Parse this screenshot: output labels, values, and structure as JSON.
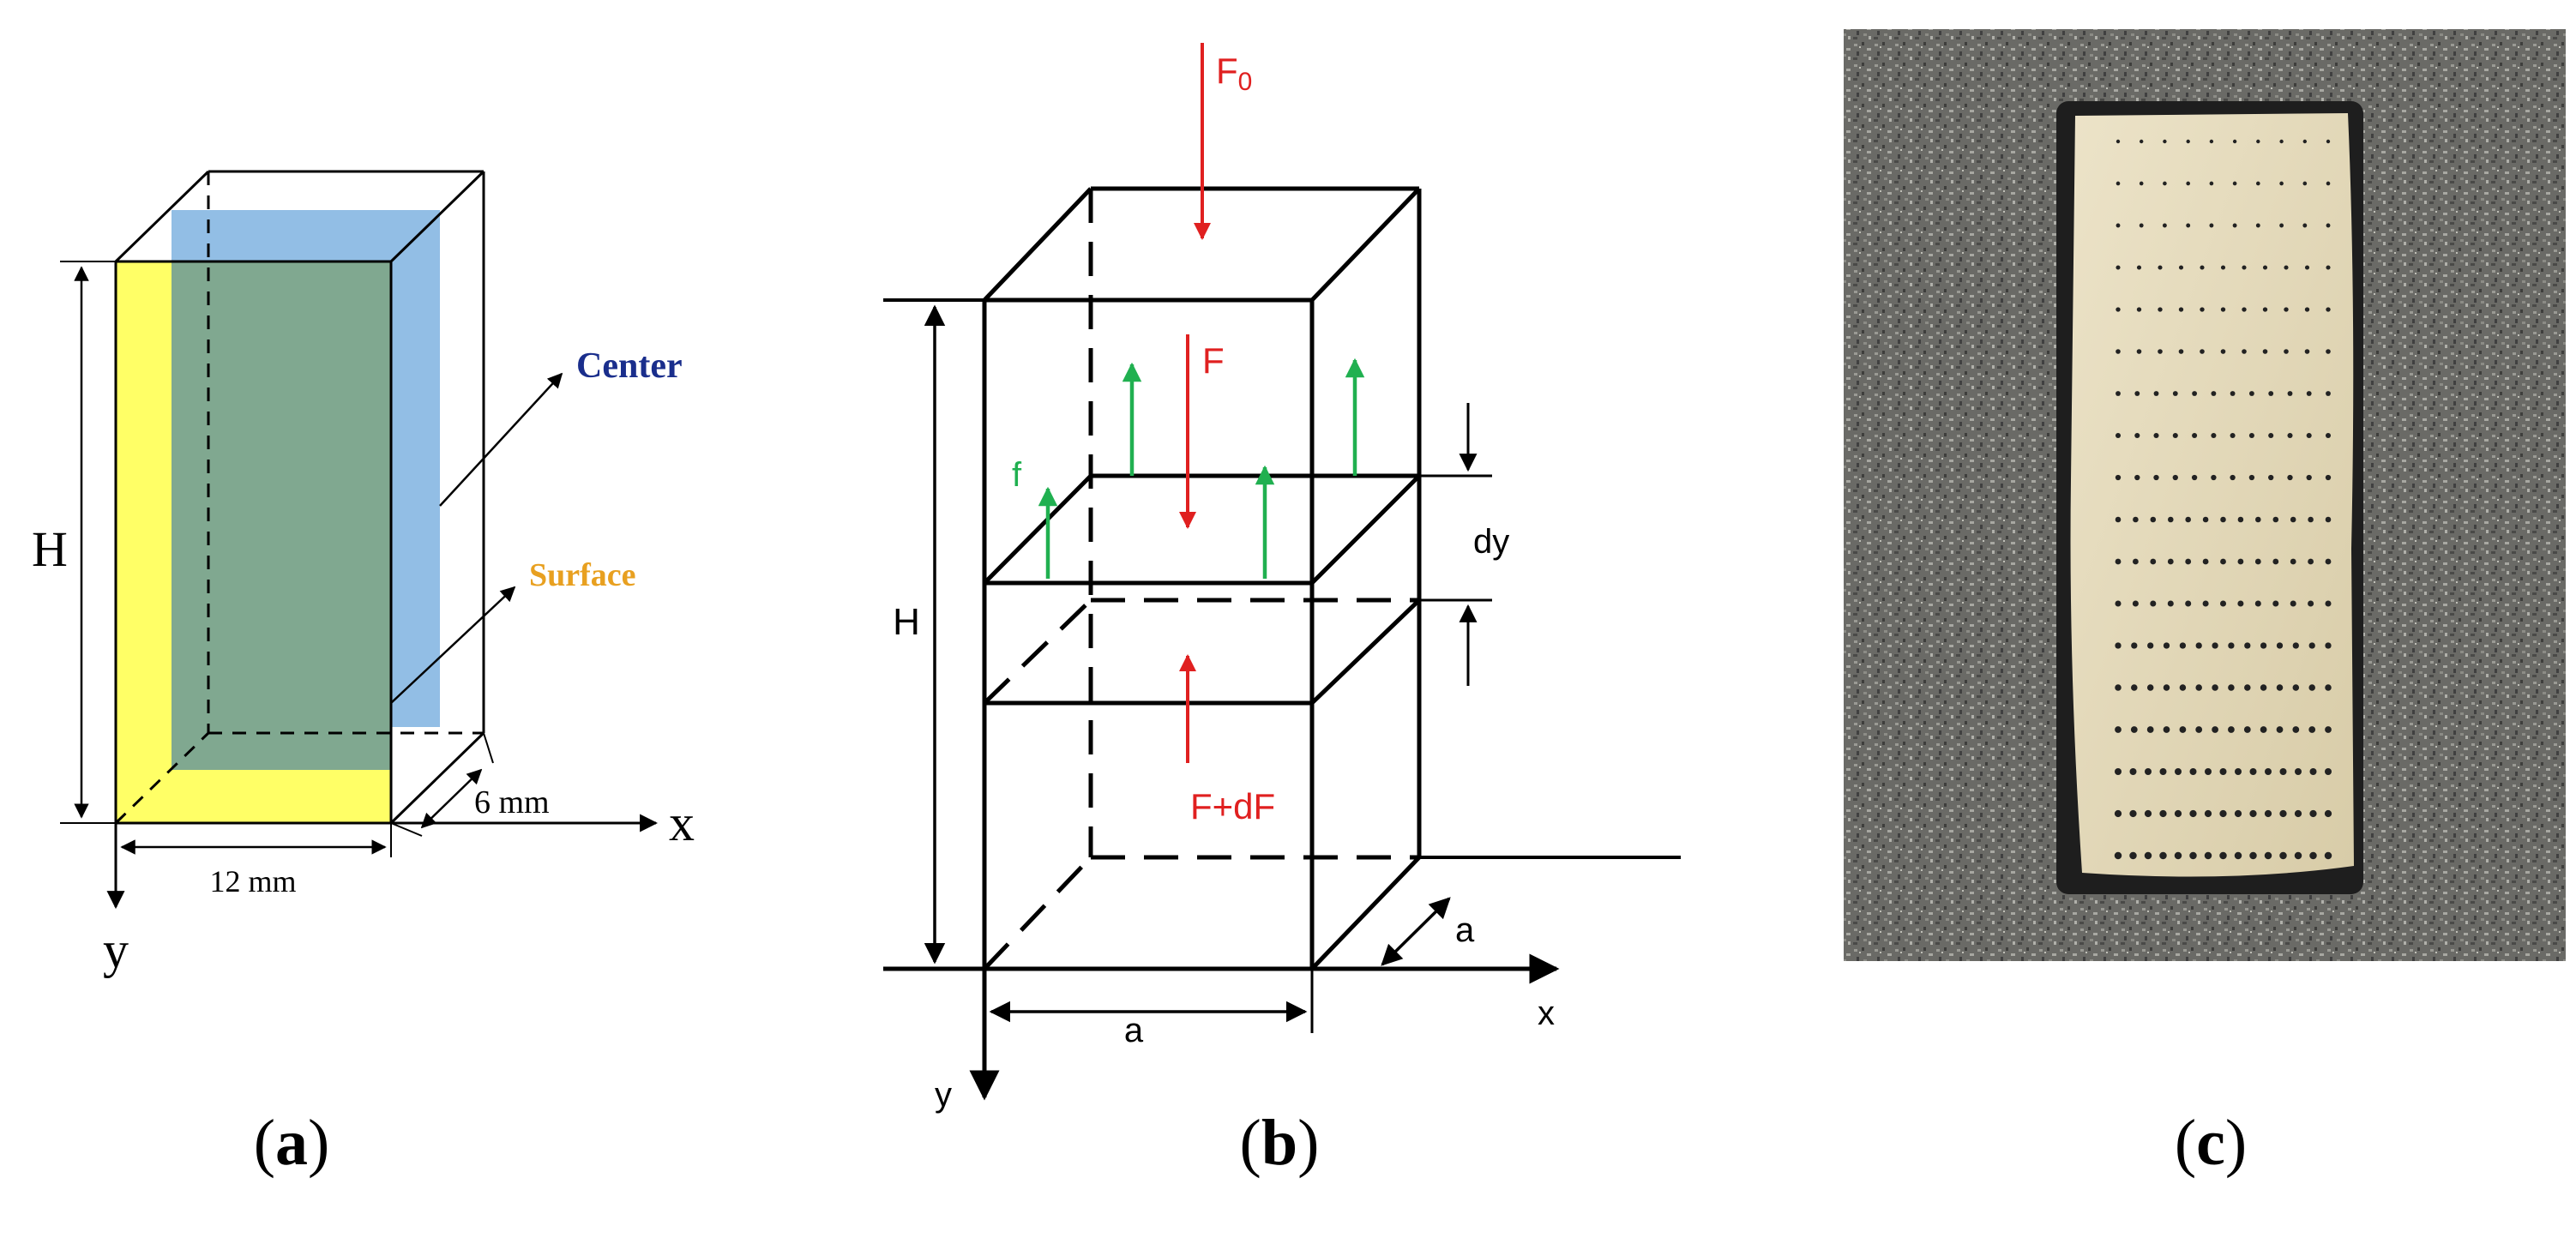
{
  "panel_a": {
    "label_center": "Center",
    "label_surface": "Surface",
    "label_height": "H",
    "label_width": "12 mm",
    "label_depth": "6 mm",
    "label_x": "x",
    "label_y": "y",
    "colors": {
      "center": "#1a2e8c",
      "surface": "#e8a020",
      "surface_fill": "#ffff66",
      "center_fill": "#7fb3e0"
    }
  },
  "panel_b": {
    "label_F0": "F",
    "label_F0_sub": "0",
    "label_F": "F",
    "label_FdF": "F+dF",
    "label_f": "f",
    "label_dy": "dy",
    "label_height": "H",
    "label_a_width": "a",
    "label_a_depth": "a",
    "label_x": "x",
    "label_y": "y",
    "colors": {
      "force": "#e02020",
      "friction": "#20b050"
    }
  },
  "captions": {
    "a_open": "(",
    "a": "a",
    "a_close": ")",
    "b_open": "(",
    "b": "b",
    "b_close": ")",
    "c_open": "(",
    "c": "c",
    "c_close": ")"
  }
}
